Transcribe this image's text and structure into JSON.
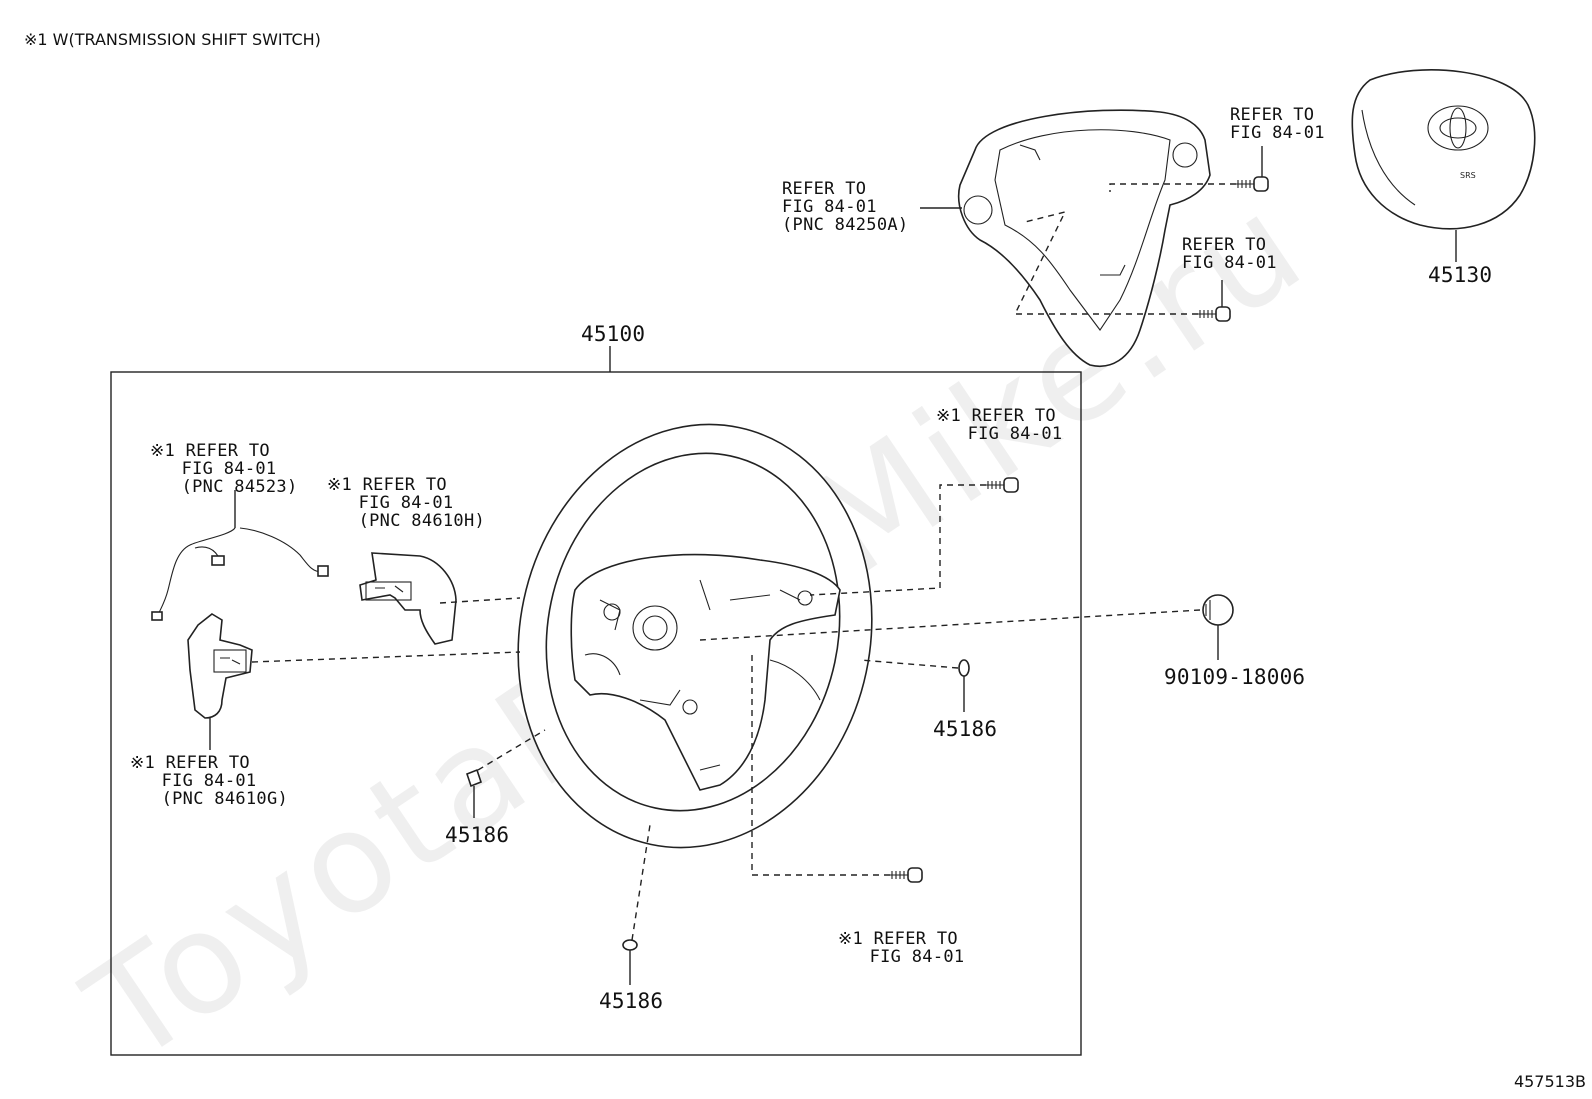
{
  "note": "※1 W(TRANSMISSION SHIFT SWITCH)",
  "figure_id": "457513B",
  "watermark": "ToyotaPartsMike.ru",
  "callouts": {
    "pad_refer": "REFER TO\nFIG 84-01\n(PNC 84250A)",
    "top_bolt_refer": "REFER TO\nFIG 84-01",
    "mid_bolt_refer": "REFER TO\nFIG 84-01",
    "right_bolt_refer": "※1 REFER TO\n   FIG 84-01",
    "wire_refer": "※1 REFER TO\n   FIG 84-01\n   (PNC 84523)",
    "switch_h_refer": "※1 REFER TO\n   FIG 84-01\n   (PNC 84610H)",
    "switch_g_refer": "※1 REFER TO\n   FIG 84-01\n   (PNC 84610G)",
    "bottom_bolt_refer": "※1 REFER TO\n   FIG 84-01"
  },
  "part_numbers": {
    "airbag": "45130",
    "wheel_assy": "45100",
    "bolt": "90109-18006",
    "plug_right": "45186",
    "plug_left": "45186",
    "plug_bottom": "45186"
  }
}
